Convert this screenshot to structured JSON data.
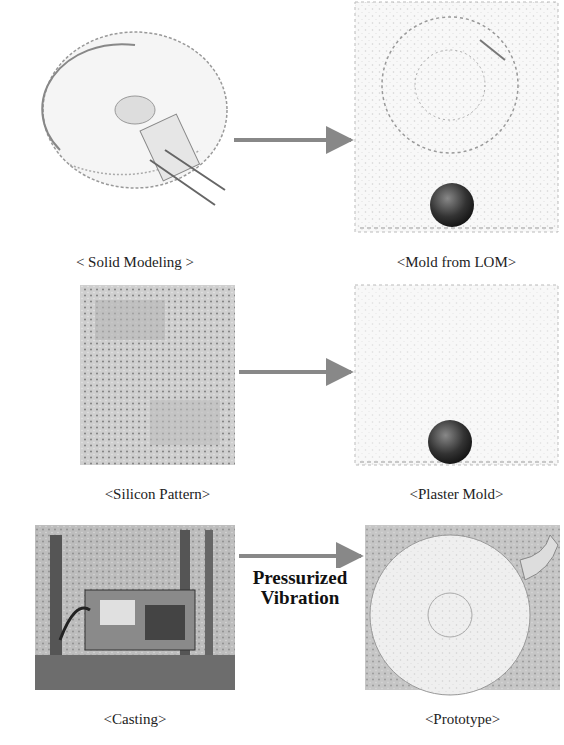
{
  "diagram": {
    "nodes": [
      {
        "text": [
          "< Solid Modeling >"
        ]
      },
      {
        "text": [
          "<Mold from LOM>"
        ]
      },
      {
        "text": [
          "<Silicon Pattern>"
        ]
      },
      {
        "text": [
          "<Plaster Mold>"
        ]
      },
      {
        "text": [
          "<Casting>"
        ]
      },
      {
        "text": [
          "<Prototype>"
        ]
      }
    ],
    "edges": [
      {
        "from": 0,
        "to": 1,
        "arrow": "to"
      },
      {
        "from": 2,
        "to": 3,
        "arrow": "to"
      },
      {
        "from": 4,
        "to": 5,
        "label": "Pressurized Vibration",
        "arrow": "to"
      }
    ]
  }
}
